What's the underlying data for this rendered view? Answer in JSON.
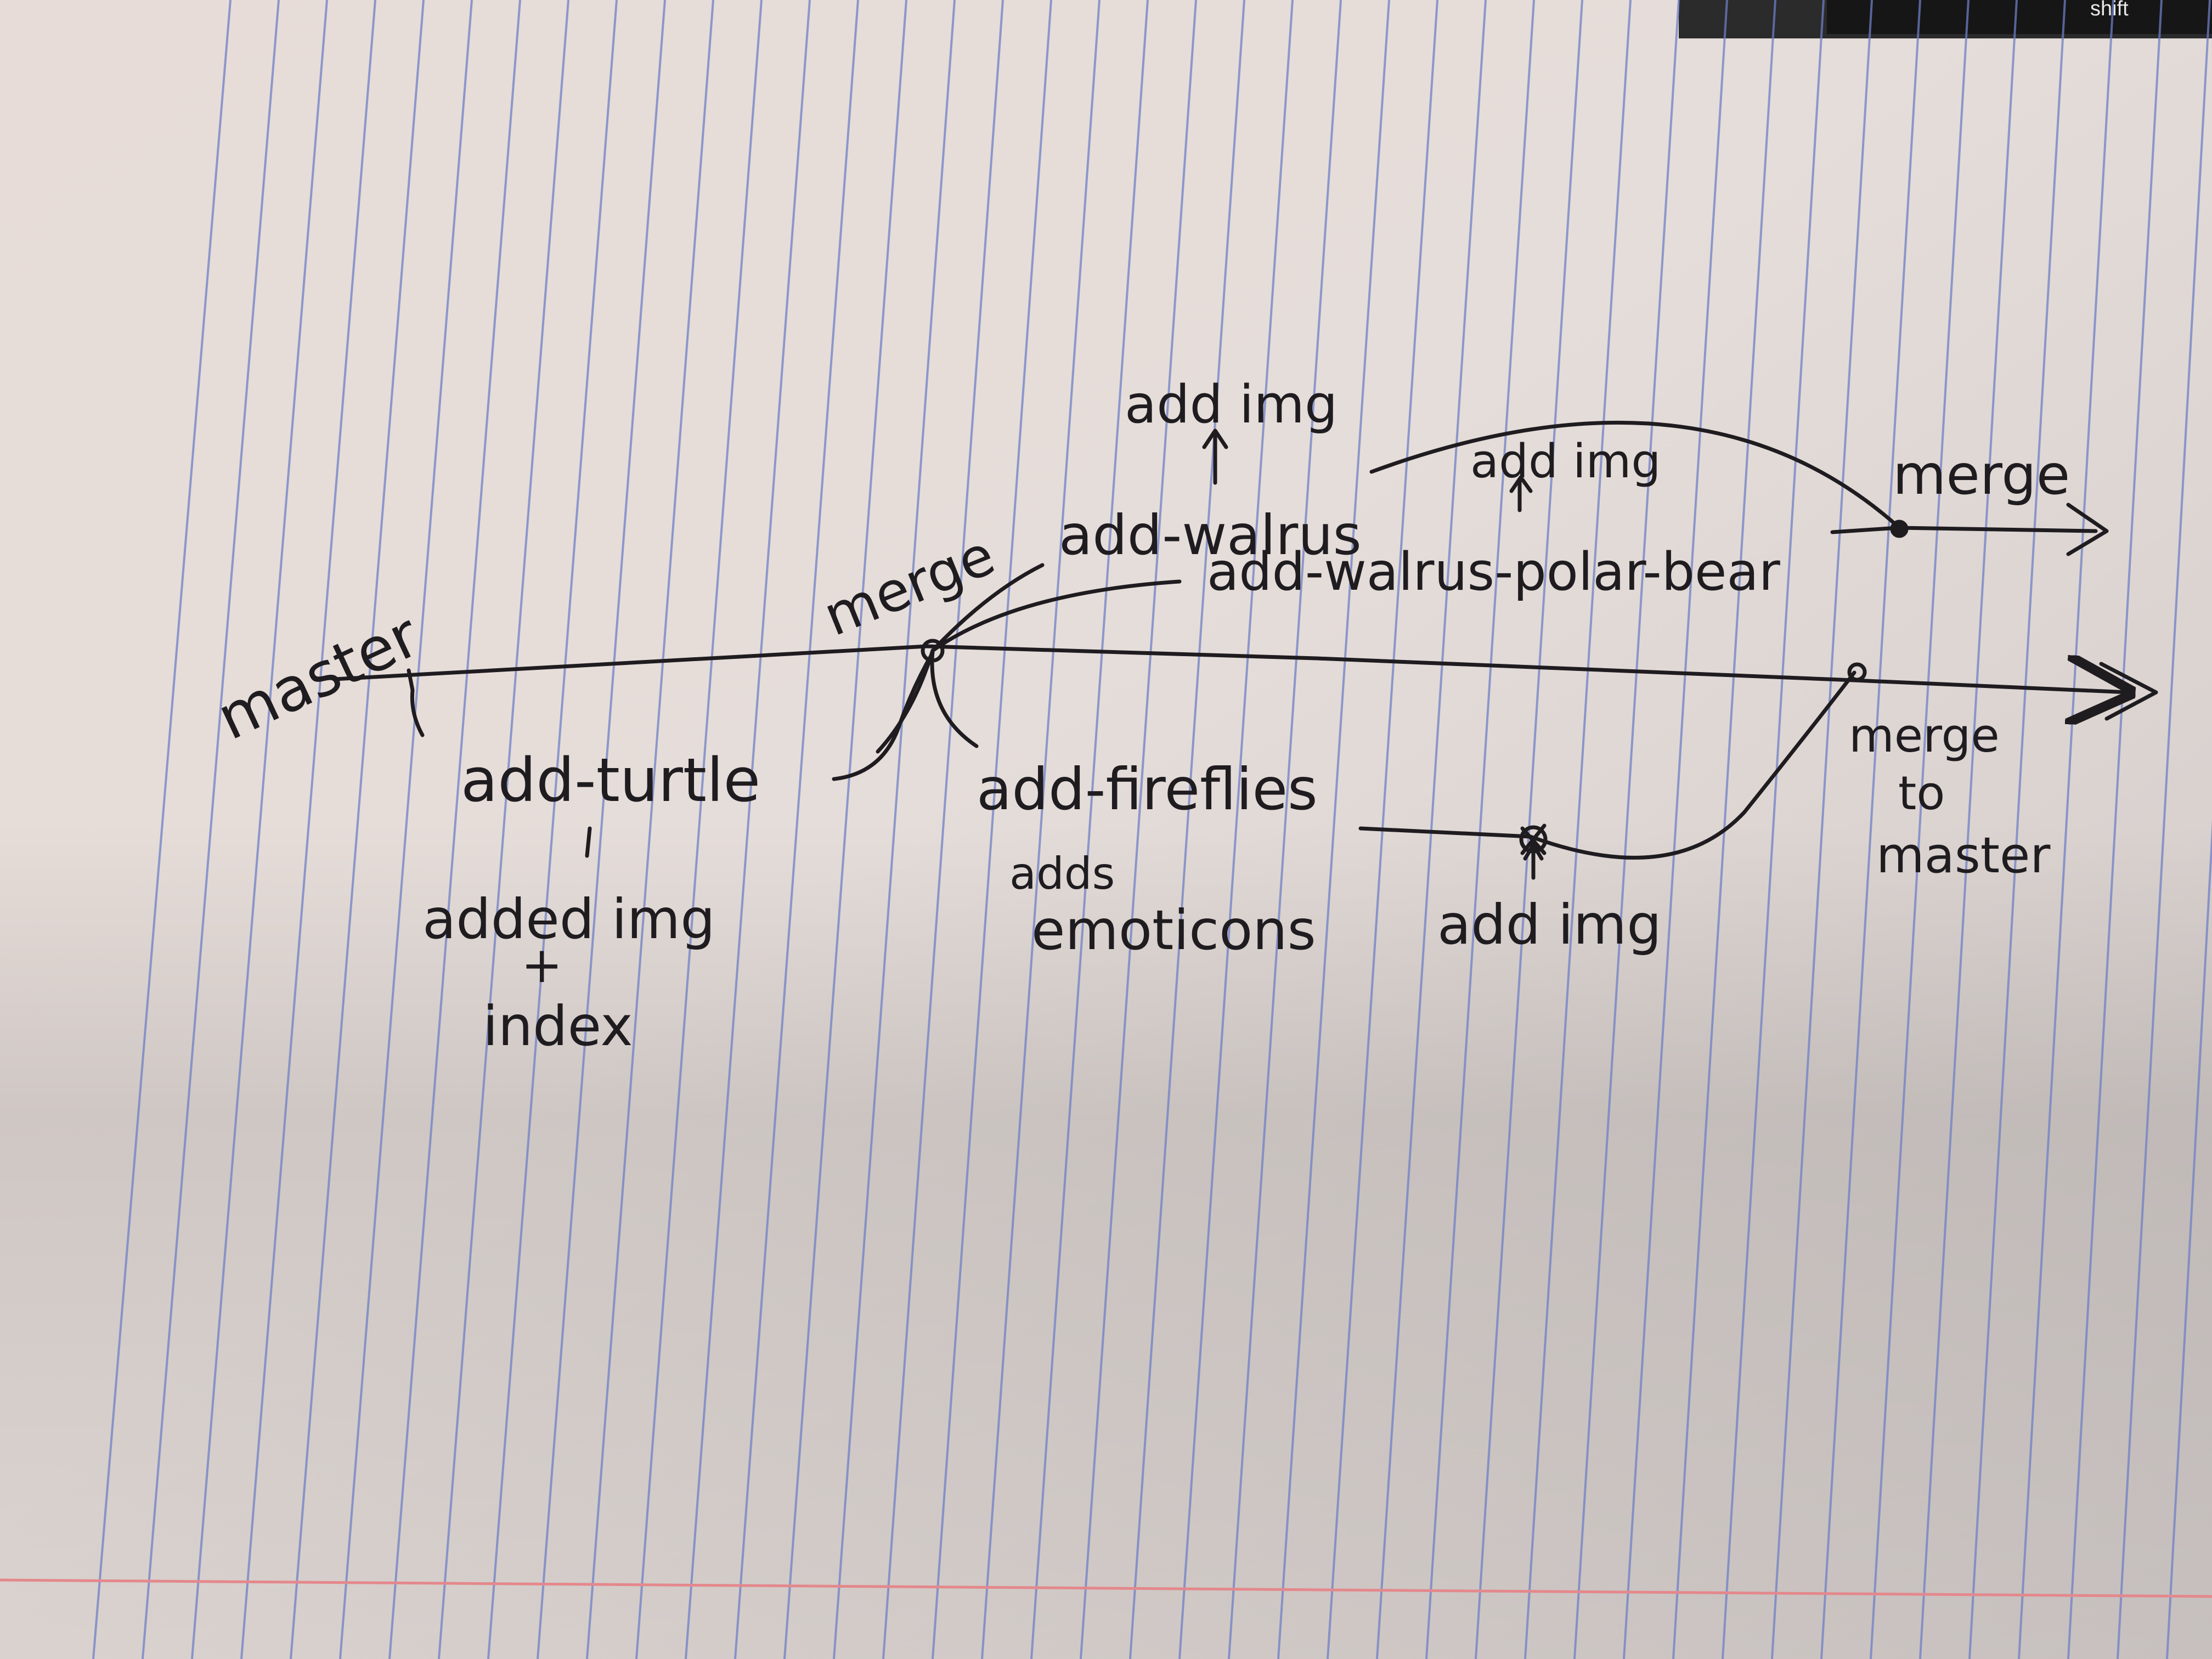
{
  "keyboard": {
    "key_label": "shift"
  },
  "diagram": {
    "master_label": "master",
    "merge_label": "merge",
    "add_turtle": "add-turtle",
    "added_img": "added img",
    "plus": "+",
    "index": "index",
    "add_walrus": "add-walrus",
    "add_walrus_img": "add img",
    "add_walrus_polar_bear": "add-walrus-polar-bear",
    "add_polar_img": "add img",
    "right_merge": "merge",
    "add_fireflies": "add-fireflies",
    "adds": "adds",
    "emoticons": "emoticons",
    "fireflies_img": "add img",
    "merge_to_master": [
      "merge",
      "to",
      "master"
    ]
  },
  "colors": {
    "paper": "#e9e2de",
    "rule_line": "#6d7fc6",
    "margin_line": "#e4888c",
    "ink": "#1f1c20"
  }
}
